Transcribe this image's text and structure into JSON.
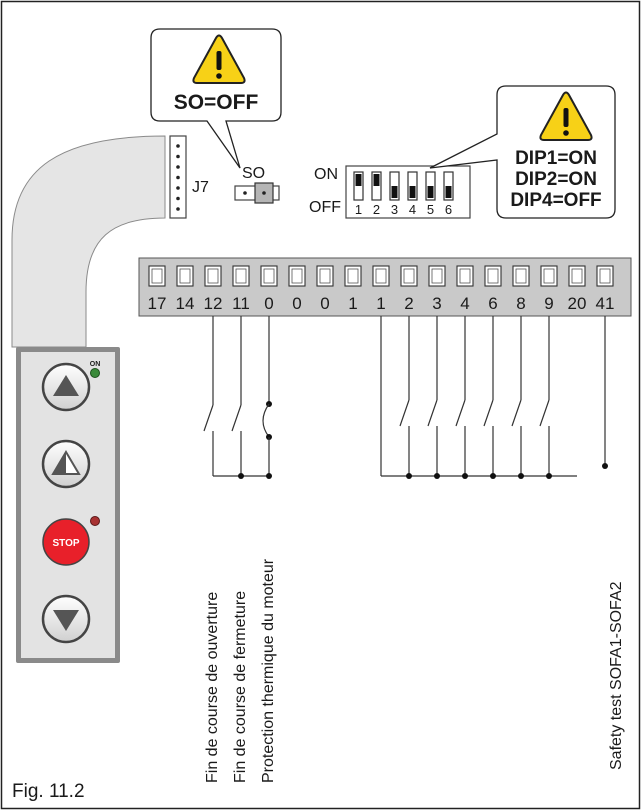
{
  "figure_label": "Fig. 11.2",
  "warnings": {
    "so": {
      "icon": "warning-triangle-icon",
      "text": "SO=OFF"
    },
    "dip": {
      "icon": "warning-triangle-icon",
      "lines": [
        "DIP1=ON",
        "DIP2=ON",
        "DIP4=OFF"
      ]
    }
  },
  "connector_j7": {
    "label": "J7"
  },
  "so_jumper": {
    "label": "SO"
  },
  "dip_switch": {
    "on_label": "ON",
    "off_label": "OFF",
    "switches": [
      {
        "number": "1",
        "state": "on"
      },
      {
        "number": "2",
        "state": "on"
      },
      {
        "number": "3",
        "state": "off"
      },
      {
        "number": "4",
        "state": "off"
      },
      {
        "number": "5",
        "state": "off"
      },
      {
        "number": "6",
        "state": "off"
      }
    ]
  },
  "terminal_block": {
    "terminals": [
      "17",
      "14",
      "12",
      "11",
      "0",
      "0",
      "0",
      "1",
      "1",
      "2",
      "3",
      "4",
      "6",
      "8",
      "9",
      "20",
      "41"
    ]
  },
  "left_wiring_labels": [
    "Fin de course de ouverture",
    "Fin de course de fermeture",
    "Protection thermique du moteur"
  ],
  "right_wiring_label": "Safety test SOFA1-SOFA2",
  "keypad": {
    "on_indicator": "ON",
    "stop_label": "STOP",
    "buttons": [
      {
        "name": "open-button",
        "icon": "triangle-up-icon"
      },
      {
        "name": "step-button",
        "icon": "half-triangle-up-icon"
      },
      {
        "name": "stop-button",
        "icon": "stop-icon"
      },
      {
        "name": "close-button",
        "icon": "triangle-down-icon"
      }
    ]
  },
  "colors": {
    "terminal_block": "#c9c9c9",
    "keypad_body": "#e3e3e3",
    "warning_yellow": "#f7d117",
    "stop_red": "#e8202a",
    "led_green": "#3a8a3a",
    "led_red": "#a83232",
    "wire": "#333333"
  }
}
